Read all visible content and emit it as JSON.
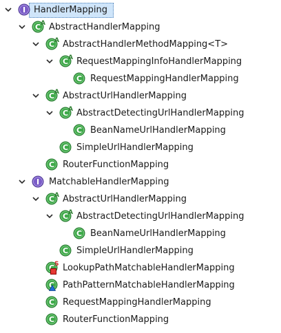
{
  "tree": {
    "nodes": [
      {
        "label": "HandlerMapping",
        "level": 0,
        "kind": "interface",
        "expandable": true,
        "expanded": true,
        "selected": true
      },
      {
        "label": "AbstractHandlerMapping",
        "level": 1,
        "kind": "class",
        "abstract": true,
        "expandable": true,
        "expanded": true
      },
      {
        "label": "AbstractHandlerMethodMapping<T>",
        "level": 2,
        "kind": "class",
        "abstract": true,
        "expandable": true,
        "expanded": true
      },
      {
        "label": "RequestMappingInfoHandlerMapping",
        "level": 3,
        "kind": "class",
        "abstract": true,
        "expandable": true,
        "expanded": true
      },
      {
        "label": "RequestMappingHandlerMapping",
        "level": 4,
        "kind": "class"
      },
      {
        "label": "AbstractUrlHandlerMapping",
        "level": 2,
        "kind": "class",
        "abstract": true,
        "expandable": true,
        "expanded": true
      },
      {
        "label": "AbstractDetectingUrlHandlerMapping",
        "level": 3,
        "kind": "class",
        "abstract": true,
        "expandable": true,
        "expanded": true
      },
      {
        "label": "BeanNameUrlHandlerMapping",
        "level": 4,
        "kind": "class"
      },
      {
        "label": "SimpleUrlHandlerMapping",
        "level": 3,
        "kind": "class"
      },
      {
        "label": "RouterFunctionMapping",
        "level": 2,
        "kind": "class"
      },
      {
        "label": "MatchableHandlerMapping",
        "level": 1,
        "kind": "interface",
        "expandable": true,
        "expanded": true
      },
      {
        "label": "AbstractUrlHandlerMapping",
        "level": 2,
        "kind": "class",
        "abstract": true,
        "expandable": true,
        "expanded": true
      },
      {
        "label": "AbstractDetectingUrlHandlerMapping",
        "level": 3,
        "kind": "class",
        "abstract": true,
        "expandable": true,
        "expanded": true
      },
      {
        "label": "BeanNameUrlHandlerMapping",
        "level": 4,
        "kind": "class"
      },
      {
        "label": "SimpleUrlHandlerMapping",
        "level": 3,
        "kind": "class"
      },
      {
        "label": "LookupPathMatchableHandlerMapping",
        "level": 2,
        "kind": "class",
        "static": true,
        "badge": "private"
      },
      {
        "label": "PathPatternMatchableHandlerMapping",
        "level": 2,
        "kind": "class",
        "badge": "package"
      },
      {
        "label": "RequestMappingHandlerMapping",
        "level": 2,
        "kind": "class"
      },
      {
        "label": "RouterFunctionMapping",
        "level": 2,
        "kind": "class"
      }
    ]
  },
  "icons": {
    "interface": "interface-icon",
    "class": "class-icon",
    "expand": "chevron-down-icon",
    "abstract_marker": "A",
    "static_marker": "S"
  },
  "colors": {
    "class_fill": "#3fa94a",
    "interface_fill": "#7a5cc7",
    "selection_bg": "#cfe5fa",
    "selection_border": "#4a7fb8",
    "chevron": "#2b2b2b"
  }
}
